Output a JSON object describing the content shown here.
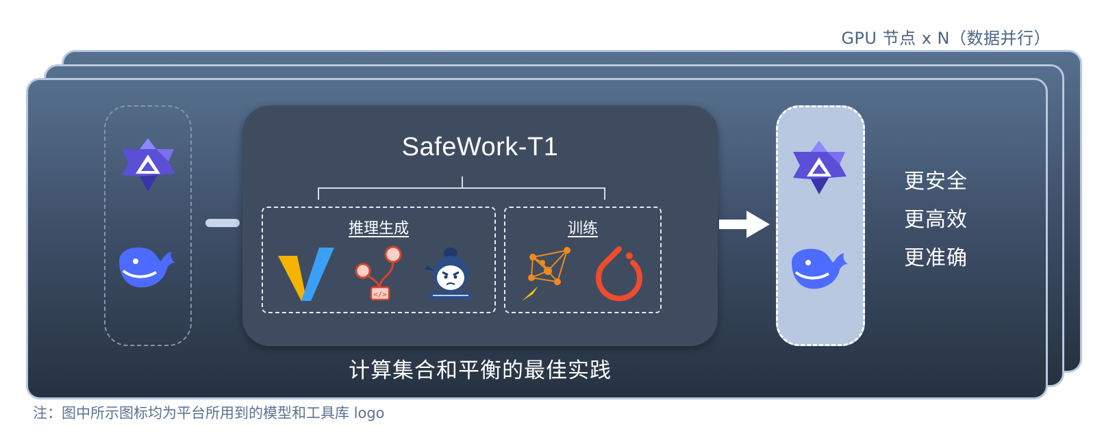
{
  "top_caption": "GPU 节点 x N（数据并行）",
  "center": {
    "title": "SafeWork-T1",
    "inference_label": "推理生成",
    "training_label": "训练",
    "bottom_caption": "计算集合和平衡的最佳实践"
  },
  "benefits": [
    "更安全",
    "更高效",
    "更准确"
  ],
  "note": "注：图中所示图标均为平台所用到的模型和工具库 logo",
  "icons": {
    "left": [
      "qwen-icon",
      "deepseek-icon"
    ],
    "inference": [
      "vllm-icon",
      "workflow-code-icon",
      "lmdeploy-mascot-icon"
    ],
    "training": [
      "network-graph-icon",
      "pytorch-icon"
    ],
    "right": [
      "qwen-icon",
      "deepseek-icon"
    ]
  },
  "colors": {
    "panel_top": "#56708f",
    "panel_bottom": "#263240",
    "panel_border": "#b7c8e0",
    "card": "#3f4c60",
    "right_box": "#b8c8e0",
    "caption_text": "#4a6585"
  }
}
